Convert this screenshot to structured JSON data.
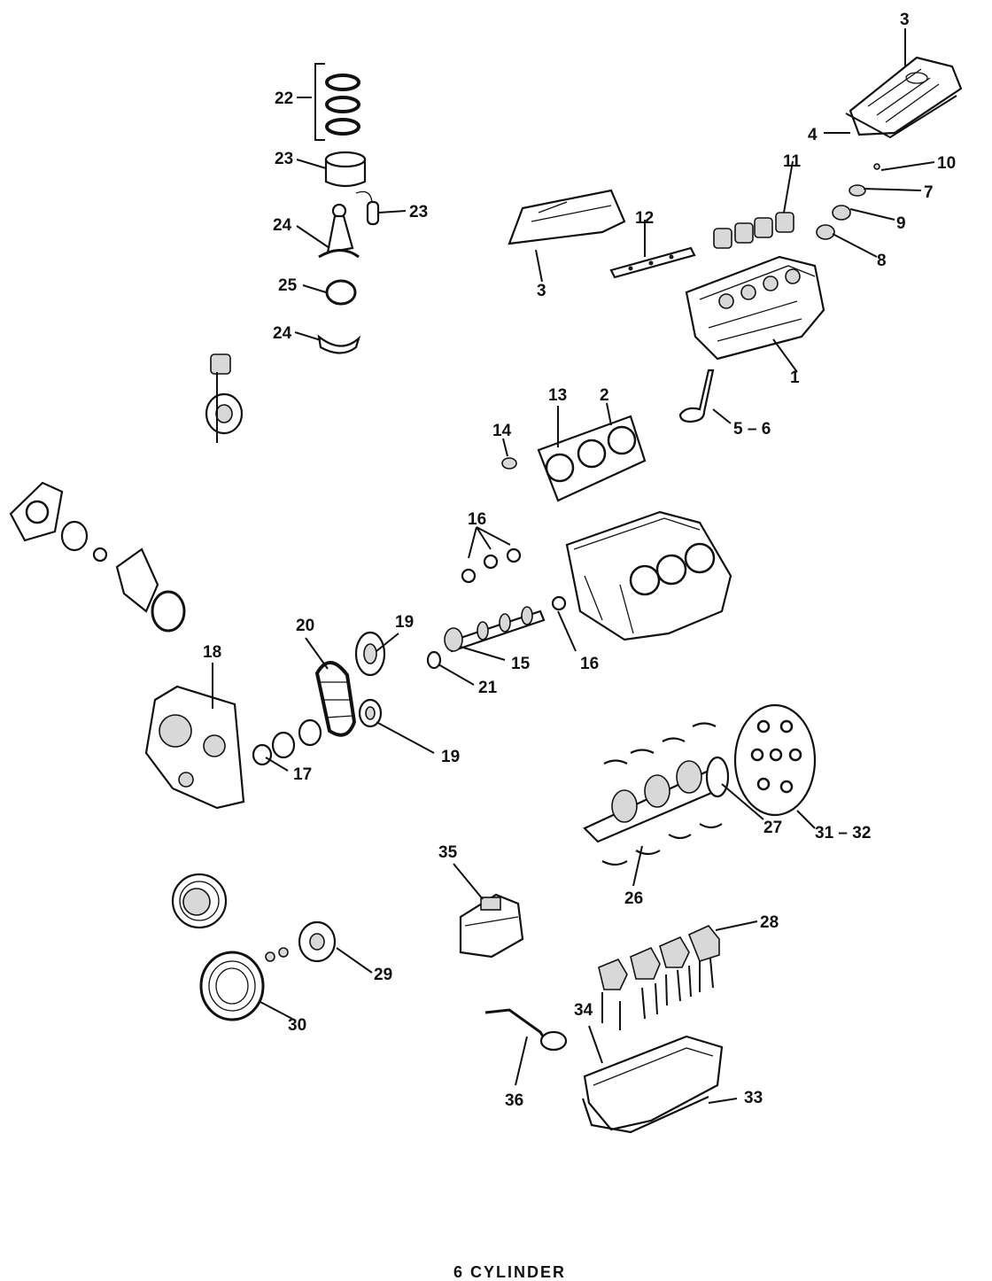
{
  "caption": "6 CYLINDER",
  "callouts": {
    "c1": "1",
    "c2": "2",
    "c3a": "3",
    "c3b": "3",
    "c4": "4",
    "c5_6": "5 – 6",
    "c7": "7",
    "c8": "8",
    "c9": "9",
    "c10": "10",
    "c11": "11",
    "c12": "12",
    "c13": "13",
    "c14": "14",
    "c15": "15",
    "c16a": "16",
    "c16b": "16",
    "c17": "17",
    "c18": "18",
    "c19a": "19",
    "c19b": "19",
    "c20": "20",
    "c21": "21",
    "c22": "22",
    "c23a": "23",
    "c23b": "23",
    "c24a": "24",
    "c24b": "24",
    "c25": "25",
    "c26": "26",
    "c27": "27",
    "c28": "28",
    "c29": "29",
    "c30": "30",
    "c31_32": "31 – 32",
    "c33": "33",
    "c34": "34",
    "c35": "35",
    "c36": "36"
  }
}
